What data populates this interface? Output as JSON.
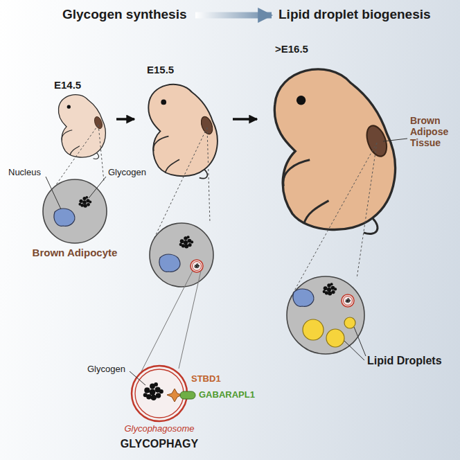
{
  "diagram": {
    "nodes": [
      {
        "text": [
          "Glycogen synthesis"
        ]
      },
      {
        "text": [
          "Lipid droplet biogenesis"
        ]
      },
      {
        "text": [
          "E14.5"
        ]
      },
      {
        "text": [
          "E15.5"
        ]
      },
      {
        "text": [
          ">E16.5"
        ]
      }
    ],
    "edges": [
      {
        "from": 0,
        "to": 1,
        "arrow": "to"
      },
      {
        "from": 2,
        "to": 3,
        "arrow": "to"
      },
      {
        "from": 3,
        "to": 4,
        "arrow": "to"
      }
    ],
    "labels": [
      "Nucleus",
      "Glycogen",
      "Brown Adipocyte",
      "Glycogen",
      "STBD1",
      "GABARAPL1",
      "Glycophagosome",
      "GLYCOPHAGY",
      "Brown Adipose Tissue",
      "Lipid Droplets"
    ]
  }
}
